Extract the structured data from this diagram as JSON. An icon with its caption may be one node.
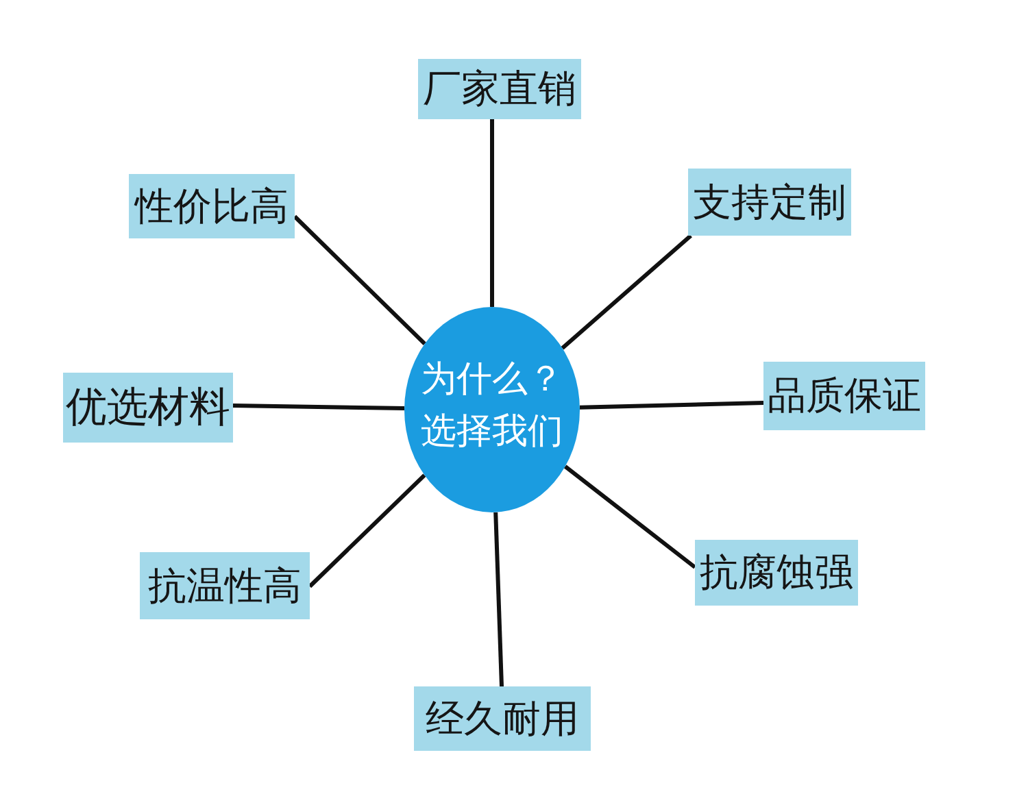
{
  "diagram": {
    "nodes": [
      {
        "text": [
          "为什么？选择我们"
        ]
      },
      {
        "text": [
          "厂家直销"
        ]
      },
      {
        "text": [
          "性价比高"
        ]
      },
      {
        "text": [
          "支持定制"
        ]
      },
      {
        "text": [
          "优选材料"
        ]
      },
      {
        "text": [
          "品质保证"
        ]
      },
      {
        "text": [
          "抗温性高"
        ]
      },
      {
        "text": [
          "抗腐蚀强"
        ]
      },
      {
        "text": [
          "经久耐用"
        ]
      }
    ],
    "edges": [
      {
        "from": 0,
        "to": 1,
        "arrow": "none"
      },
      {
        "from": 0,
        "to": 2,
        "arrow": "none"
      },
      {
        "from": 0,
        "to": 3,
        "arrow": "none"
      },
      {
        "from": 0,
        "to": 4,
        "arrow": "none"
      },
      {
        "from": 0,
        "to": 5,
        "arrow": "none"
      },
      {
        "from": 0,
        "to": 6,
        "arrow": "none"
      },
      {
        "from": 0,
        "to": 7,
        "arrow": "none"
      },
      {
        "from": 0,
        "to": 8,
        "arrow": "none"
      }
    ]
  }
}
